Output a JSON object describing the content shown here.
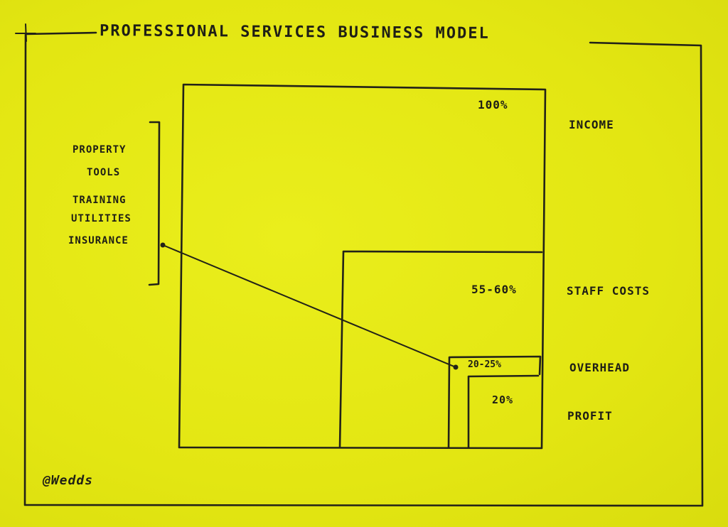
{
  "title": "PROFESSIONAL SERVICES BUSINESS MODEL",
  "blocks": {
    "income": {
      "label": "INCOME",
      "percent": "100%"
    },
    "staff_costs": {
      "label": "STAFF COSTS",
      "percent": "55-60%"
    },
    "overhead": {
      "label": "OVERHEAD",
      "percent": "20-25%"
    },
    "profit": {
      "label": "PROFIT",
      "percent": "20%"
    }
  },
  "overhead_items": [
    "PROPERTY",
    "TOOLS",
    "TRAINING",
    "UTILITIES",
    "INSURANCE"
  ],
  "signature": "@Wedds",
  "colors": {
    "paper": "#e2e412",
    "ink": "#222218"
  }
}
